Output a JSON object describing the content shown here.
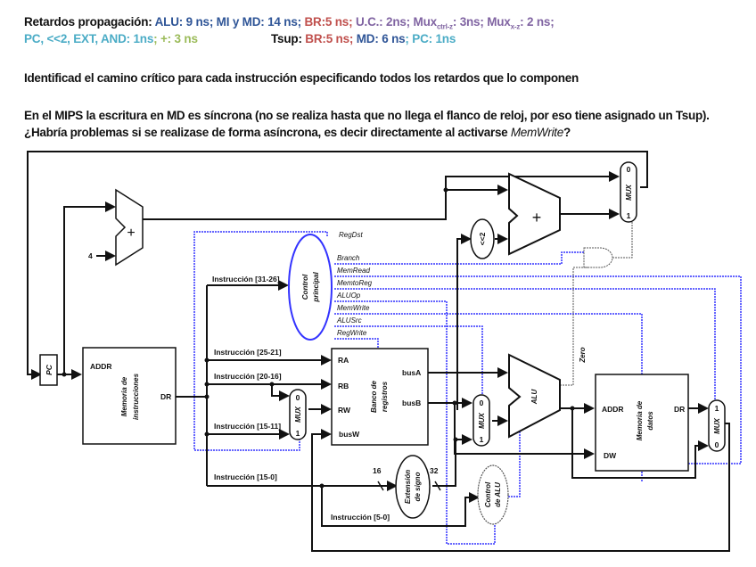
{
  "header": {
    "line1": {
      "prefix": "Retardos propagación: ",
      "alu": "ALU: 9 ns; MI y MD: 14 ns; ",
      "br": "BR:5 ns; ",
      "uc": "U.C.: 2ns; ",
      "mux_ctrl": "Mux",
      "mux_ctrl_sub": "ctrl-z",
      "mux_ctrl_val": ": 3ns; ",
      "mux_xz": "Mux",
      "mux_xz_sub": "x-z",
      "mux_xz_val": ": 2 ns;"
    },
    "line2": {
      "pc": "PC, <<2, EXT, AND: 1ns",
      "plus": "; +: 3 ns",
      "tsup_label": "Tsup: ",
      "tsup_br": "BR:5 ns; ",
      "tsup_md": "MD: 6 ns",
      "tsup_pc": "; PC: 1ns"
    }
  },
  "questions": {
    "q1": "Identificad el camino crítico para cada instrucción especificando todos los retardos que lo componen",
    "q2_a": "En el MIPS la escritura en MD es síncrona (no se realiza hasta que no llega el flanco de reloj, por eso tiene asignado un Tsup). ¿Habría problemas si se realizase de forma asíncrona, es decir directamente al activarse ",
    "q2_italic": "MemWrite",
    "q2_b": "?"
  },
  "colors": {
    "delay_alu": "#2f5597",
    "delay_br": "#c0504d",
    "delay_uc": "#8064a2",
    "delay_pc": "#4bacc6",
    "delay_plus": "#9bbb59",
    "control_line": "#3333ff",
    "wire": "#111111"
  },
  "diagram": {
    "pc": "PC",
    "adder_plus": "+",
    "const_four": "4",
    "imem": {
      "addr": "ADDR",
      "dr": "DR",
      "title1": "Memoria de",
      "title2": "instrucciones"
    },
    "control": {
      "title1": "Control",
      "title2": "principal"
    },
    "signals": [
      "RegDst",
      "Branch",
      "MemRead",
      "MemtoReg",
      "ALUOp",
      "MemWrite",
      "ALUSrc",
      "RegWrite"
    ],
    "instr_fields": {
      "op": "Instrucción [31-26]",
      "rs": "Instrucción [25-21]",
      "rt": "Instrucción [20-16]",
      "rd": "Instrucción [15-11]",
      "imm": "Instrucción [15-0]",
      "funct": "Instrucción [5-0]"
    },
    "regfile": {
      "ra": "RA",
      "rb": "RB",
      "rw": "RW",
      "busw": "busW",
      "busa": "busA",
      "busb": "busB",
      "title1": "Banco de",
      "title2": "registros"
    },
    "mux_label": "MUX",
    "mux_in0": "0",
    "mux_in1": "1",
    "alu": "ALU",
    "zero": "Zero",
    "shift": "<<2",
    "signext": {
      "title1": "Extensión",
      "title2": "de signo",
      "in_bits": "16",
      "out_bits": "32"
    },
    "alu_control": {
      "title1": "Control",
      "title2": "de ALU"
    },
    "dmem": {
      "addr": "ADDR",
      "dr": "DR",
      "dw": "DW",
      "title1": "Memoria de",
      "title2": "datos"
    }
  }
}
